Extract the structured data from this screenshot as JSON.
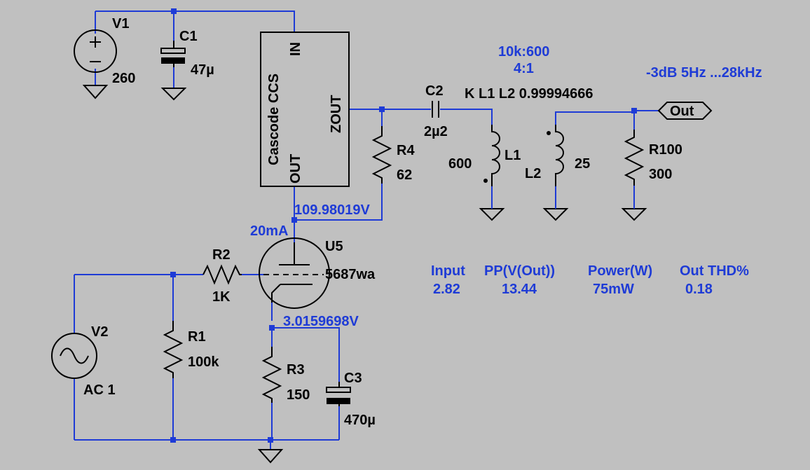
{
  "components": {
    "V1": {
      "name": "V1",
      "value": "260"
    },
    "C1": {
      "name": "C1",
      "value": "47µ"
    },
    "CCS": {
      "title": "Cascode CCS",
      "pin_in": "IN",
      "pin_zout": "ZOUT",
      "pin_out": "OUT"
    },
    "C2": {
      "name": "C2",
      "value": "2µ2"
    },
    "R4": {
      "name": "R4",
      "value": "62"
    },
    "L1": {
      "name": "L1",
      "value": "600"
    },
    "L2": {
      "name": "L2",
      "value": "25"
    },
    "R100": {
      "name": "R100",
      "value": "300"
    },
    "R2": {
      "name": "R2",
      "value": "1K"
    },
    "U5": {
      "name": "U5",
      "value": "5687wa"
    },
    "V2": {
      "name": "V2",
      "value": "AC 1"
    },
    "R1": {
      "name": "R1",
      "value": "100k"
    },
    "R3": {
      "name": "R3",
      "value": "150"
    },
    "C3": {
      "name": "C3",
      "value": "470µ"
    }
  },
  "out_label": "Out",
  "coupling": "K L1 L2  0.99994666",
  "annotations": {
    "ratio1": "10k:600",
    "ratio2": "4:1",
    "bandwidth": "-3dB   5Hz ...28kHz",
    "plate_voltage": "109.98019V",
    "plate_current": "20mA",
    "cathode_voltage": "3.0159698V"
  },
  "measurements": [
    {
      "label": "Input",
      "value": "2.82"
    },
    {
      "label": "PP(V(Out))",
      "value": "13.44"
    },
    {
      "label": "Power(W)",
      "value": "75mW"
    },
    {
      "label": "Out THD%",
      "value": "0.18"
    }
  ],
  "colors": {
    "background": "#c0c0c0",
    "wire": "#1e3bd6",
    "component": "#000000",
    "annotation": "#1e3bd6"
  }
}
